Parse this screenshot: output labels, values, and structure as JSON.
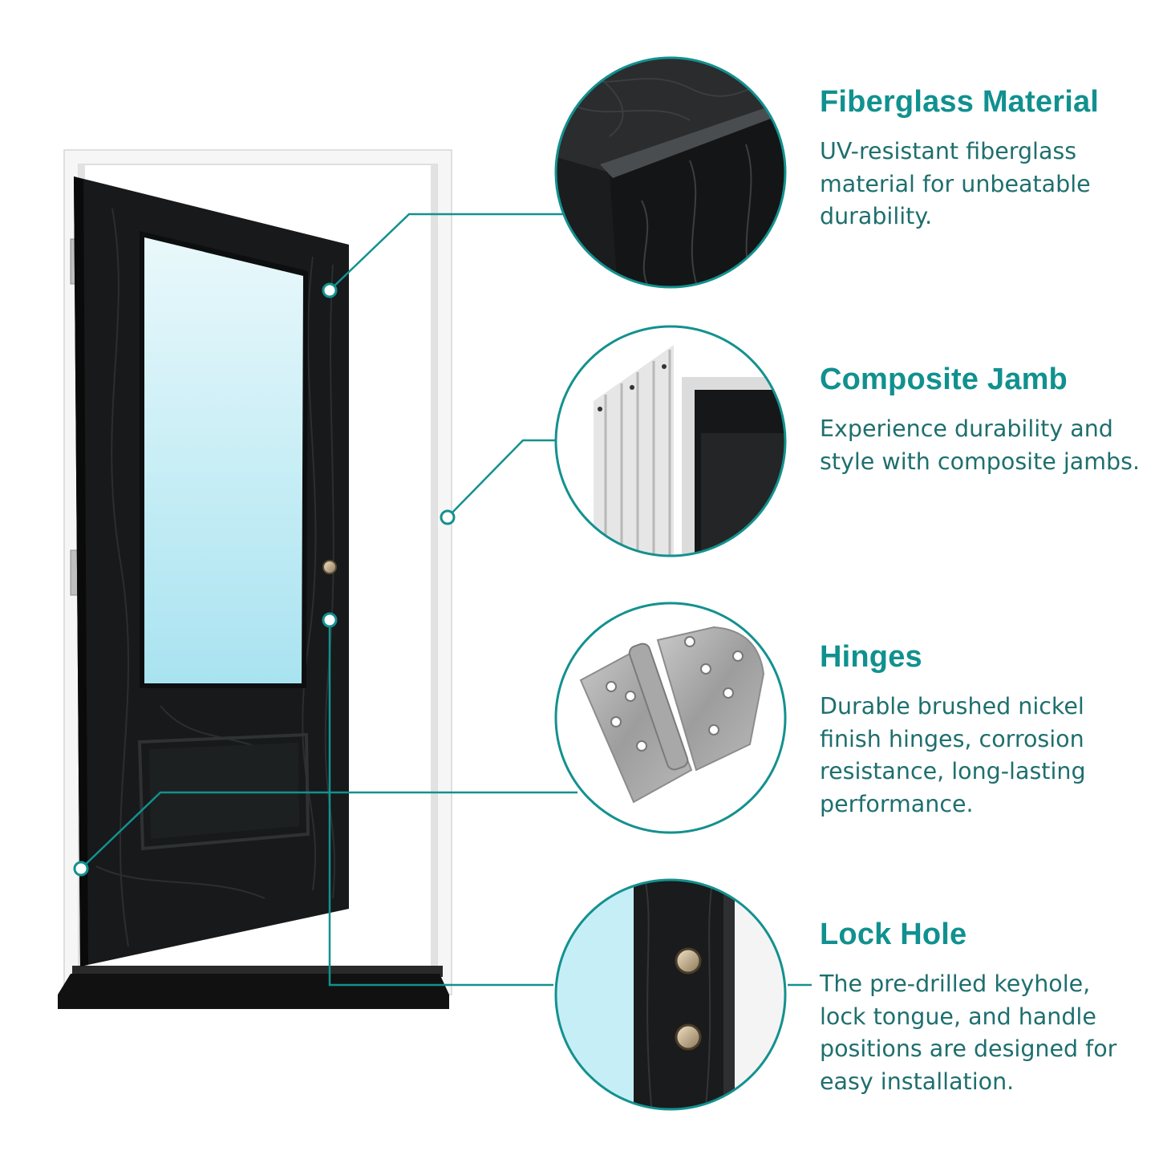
{
  "accent_color": "#10918f",
  "text_color": "#1e6f6e",
  "features": [
    {
      "title": "Fiberglass Material",
      "description": "UV-resistant fiberglass material for unbeatable durability.",
      "icon": "fiberglass-wood-grain-closeup"
    },
    {
      "title": "Composite Jamb",
      "description": "Experience durability and style with composite jambs.",
      "icon": "composite-jamb-closeup"
    },
    {
      "title": "Hinges",
      "description": "Durable brushed nickel finish hinges, corrosion resistance, long-lasting performance.",
      "icon": "brushed-nickel-hinge"
    },
    {
      "title": "Lock Hole",
      "description": "The pre-drilled keyhole, lock tongue, and handle positions are designed for easy installation.",
      "icon": "lock-hole-closeup"
    }
  ]
}
